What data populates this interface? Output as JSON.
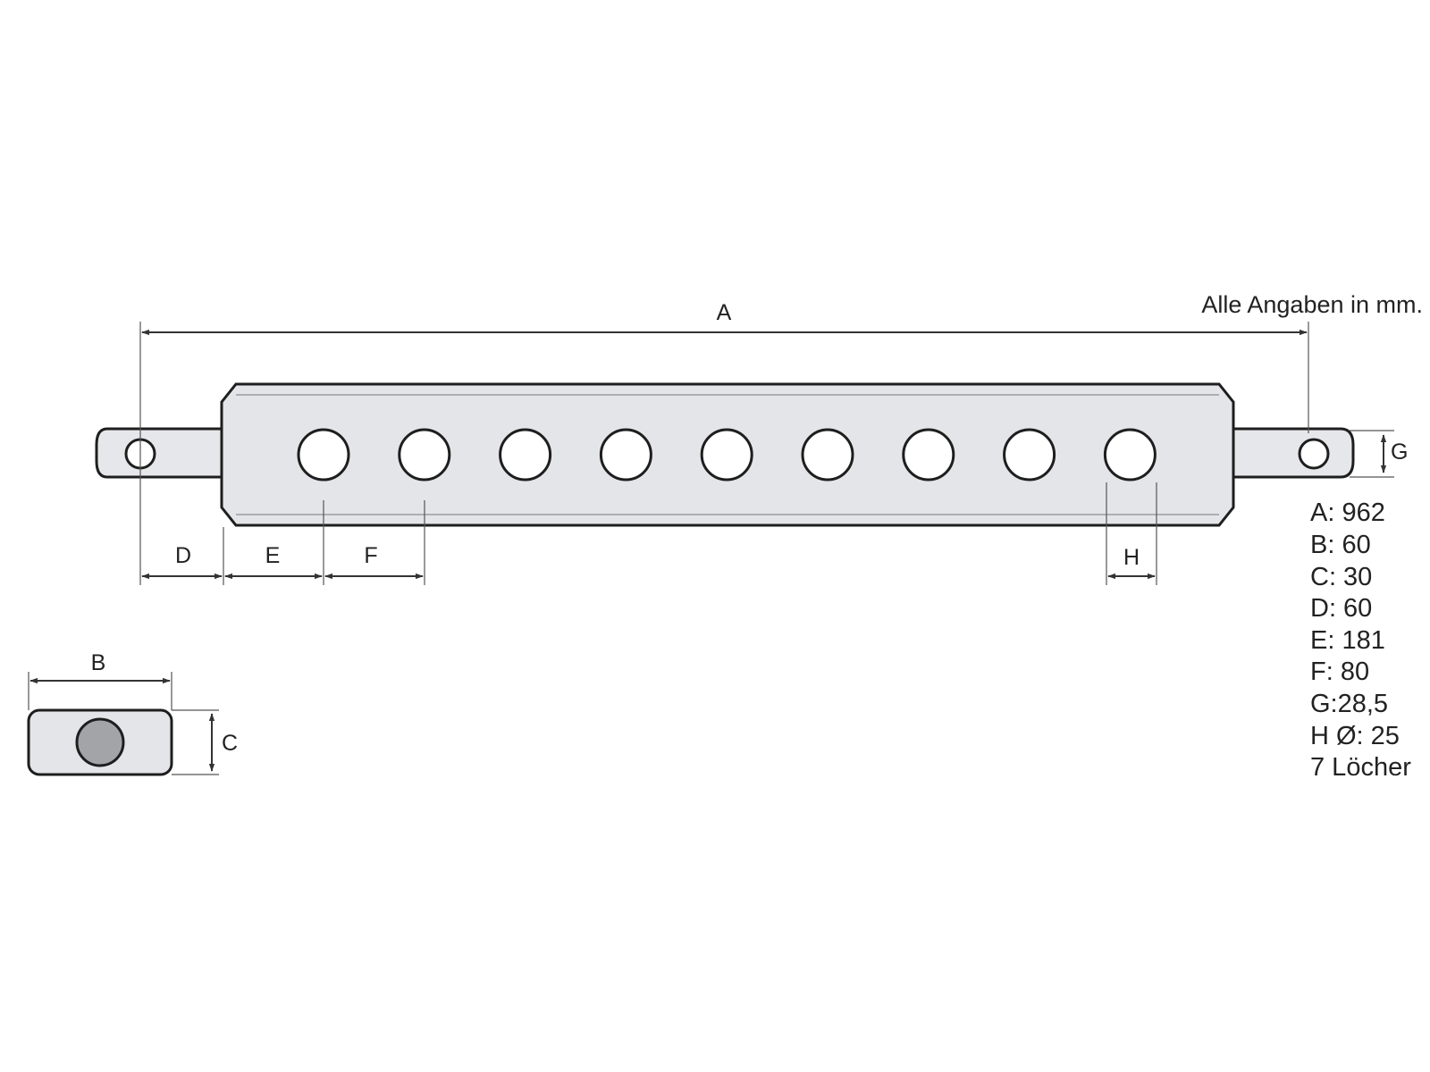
{
  "note": "Alle Angaben in mm.",
  "dimension_labels": {
    "a": "A",
    "b": "B",
    "c": "C",
    "d": "D",
    "e": "E",
    "f": "F",
    "g": "G",
    "h": "H"
  },
  "specs": [
    "A: 962",
    "B: 60",
    "C: 30",
    "D: 60",
    "E: 181",
    "F: 80",
    "G:28,5",
    "H Ø: 25",
    "7 Löcher"
  ],
  "colors": {
    "bar_fill": "#e4e5e9",
    "bar_edge": "#cfd1d6",
    "pin_fill": "#e6e7ea",
    "section_hole_fill": "#a3a4a8",
    "outline": "#1e1e1e"
  }
}
